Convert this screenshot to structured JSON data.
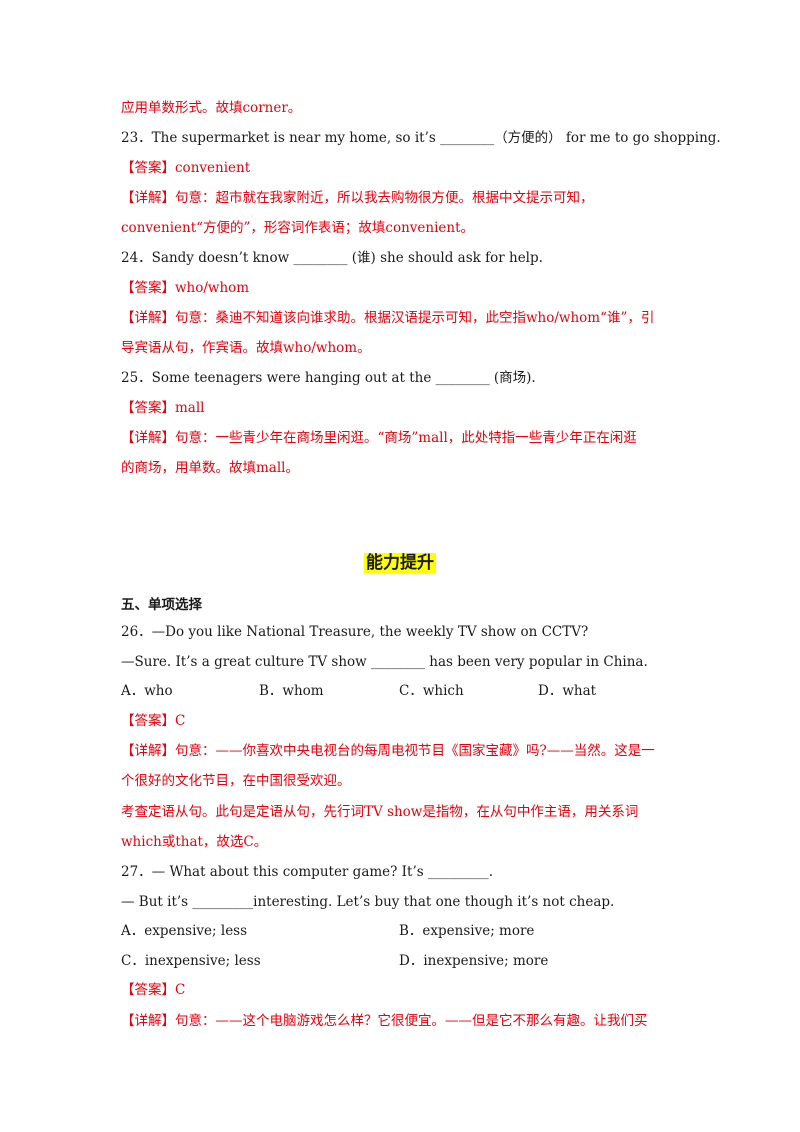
{
  "lines": {
    "l1": "应用单数形式。故填corner。",
    "q23": "23．The supermarket is near my home, so it’s ________（方便的）  for me to go shopping.",
    "a23": "【答案】convenient",
    "d23a": "【详解】句意：超市就在我家附近，所以我去购物很方便。根据中文提示可知，",
    "d23b": "convenient“方便的”，形容词作表语；故填convenient。",
    "q24": "24．Sandy doesn’t know ________ (谁) she should ask for help.",
    "a24": "【答案】who/whom",
    "d24a": "【详解】句意：桑迪不知道该向谁求助。根据汉语提示可知，此空指who/whom“谁”，引",
    "d24b": "导宾语从句，作宾语。故填who/whom。",
    "q25": "25．Some teenagers were hanging out at the ________ (商场).",
    "a25": "【答案】mall",
    "d25a": "【详解】句意：一些青少年在商场里闲逛。“商场”mall，此处特指一些青少年正在闲逛",
    "d25b": "的商场，用单数。故填mall。",
    "heading": "能力提升",
    "section": "五、单项选择",
    "q26a": "26．—Do you like National Treasure, the weekly TV show on CCTV?",
    "q26b": "—Sure. It’s a great culture TV show ________ has been very popular in China.",
    "o26": [
      "A．who",
      "B．whom",
      "C．which",
      "D．what"
    ],
    "a26": "【答案】C",
    "d26a": "【详解】句意：——你喜欢中央电视台的每周电视节目《国家宝藏》吗?——当然。这是一",
    "d26b": "个很好的文化节目，在中国很受欢迎。",
    "d26c": "考查定语从句。此句是定语从句，先行词TV show是指物，在从句中作主语，用关系词",
    "d26d": "which或that，故选C。",
    "q27a": "27．— What about this computer game? It’s _________.",
    "q27b": "— But it’s _________interesting. Let’s buy that one though it’s not cheap.",
    "o27": [
      "A．expensive; less",
      "B．expensive; more",
      "C．inexpensive; less",
      "D．inexpensive; more"
    ],
    "a27": "【答案】C",
    "d27a": "【详解】句意：——这个电脑游戏怎么样？它很便宜。——但是它不那么有趣。让我们买"
  }
}
